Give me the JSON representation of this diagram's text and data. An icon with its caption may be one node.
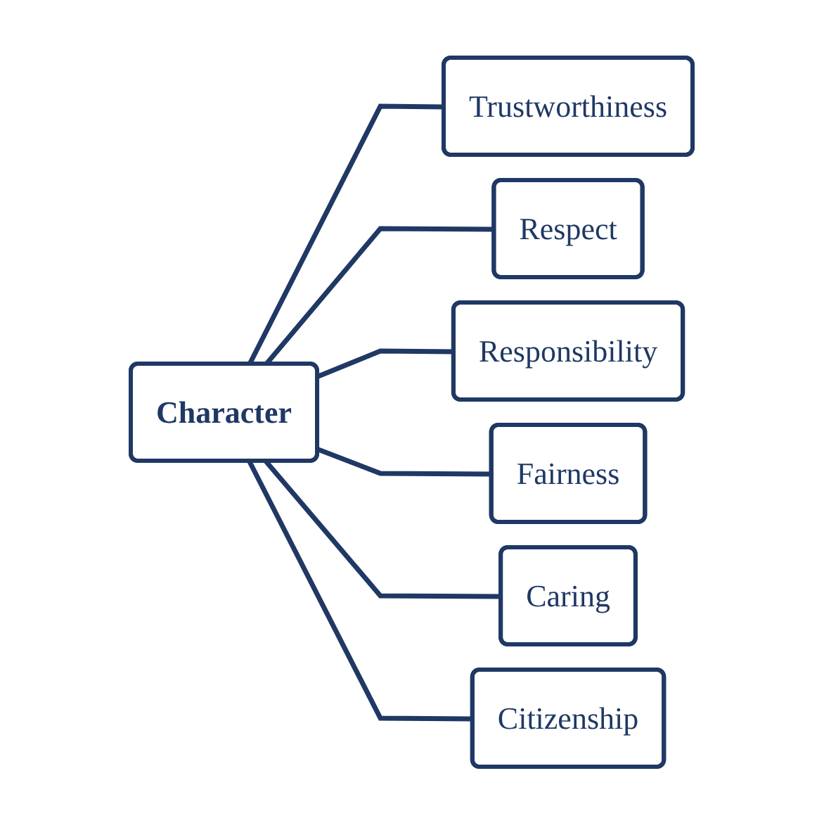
{
  "diagram": {
    "nodes": [
      {
        "text": [
          "Character"
        ]
      },
      {
        "text": [
          "Trustworthiness"
        ]
      },
      {
        "text": [
          "Respect"
        ]
      },
      {
        "text": [
          "Responsibility"
        ]
      },
      {
        "text": [
          "Fairness"
        ]
      },
      {
        "text": [
          "Caring"
        ]
      },
      {
        "text": [
          "Citizenship"
        ]
      }
    ],
    "edges": [
      {
        "from": 0,
        "to": 1,
        "arrow": "none"
      },
      {
        "from": 0,
        "to": 2,
        "arrow": "none"
      },
      {
        "from": 0,
        "to": 3,
        "arrow": "none"
      },
      {
        "from": 0,
        "to": 4,
        "arrow": "none"
      },
      {
        "from": 0,
        "to": 5,
        "arrow": "none"
      },
      {
        "from": 0,
        "to": 6,
        "arrow": "none"
      }
    ]
  }
}
